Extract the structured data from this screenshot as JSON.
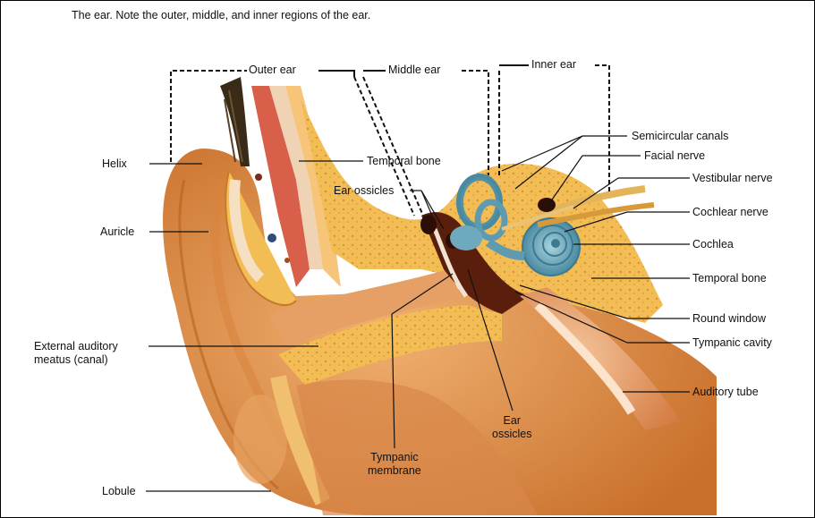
{
  "caption": "The ear. Note the outer, middle, and inner regions of the ear.",
  "regions": {
    "outer": "Outer ear",
    "middle": "Middle ear",
    "inner": "Inner ear"
  },
  "labels": {
    "helix": "Helix",
    "auricle": "Auricle",
    "external_auditory_meatus": "External auditory\nmeatus (canal)",
    "lobule": "Lobule",
    "temporal_bone_upper": "Temporal bone",
    "ear_ossicles_upper": "Ear ossicles",
    "semicircular_canals": "Semicircular canals",
    "facial_nerve": "Facial nerve",
    "vestibular_nerve": "Vestibular nerve",
    "cochlear_nerve": "Cochlear nerve",
    "cochlea": "Cochlea",
    "temporal_bone_right": "Temporal bone",
    "round_window": "Round window",
    "tympanic_cavity": "Tympanic cavity",
    "auditory_tube": "Auditory tube",
    "ear_ossicles_lower": "Ear\nossicles",
    "tympanic_membrane": "Tympanic\nmembrane"
  },
  "colors": {
    "skin": "#e59a55",
    "skin_dark": "#c66e2c",
    "bone": "#f2b94f",
    "bone_dark": "#d98c2a",
    "inner_ear": "#6fa9bd",
    "inner_ear_dark": "#3d7a91",
    "nerve": "#e3b45a",
    "muscle": "#cf5b44",
    "cavity": "#5a1e0c"
  }
}
